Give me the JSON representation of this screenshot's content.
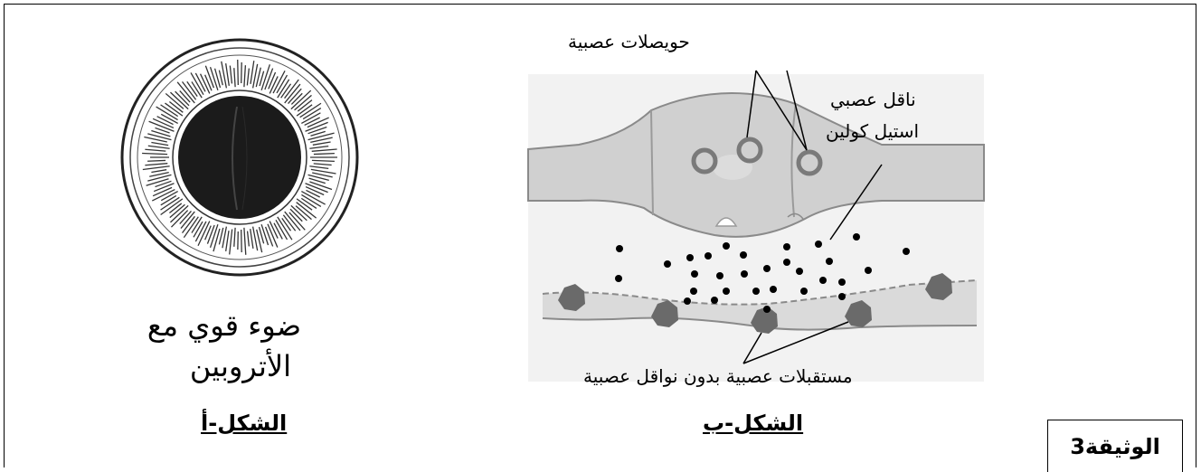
{
  "figure_a": {
    "caption_line1": "ضوء قوي مع",
    "caption_line2": "الأتروبين",
    "label": "الشكل-أ"
  },
  "figure_b": {
    "label_vesicles": "حويصلات عصبية",
    "label_neurotransmitter_line1": "ناقل عصبي",
    "label_neurotransmitter_line2": "استيل كولين",
    "label_receptors": "مستقبلات عصبية بدون نواقل عصبية",
    "label": "الشكل-ب"
  },
  "document_label": "الوثيقة3"
}
